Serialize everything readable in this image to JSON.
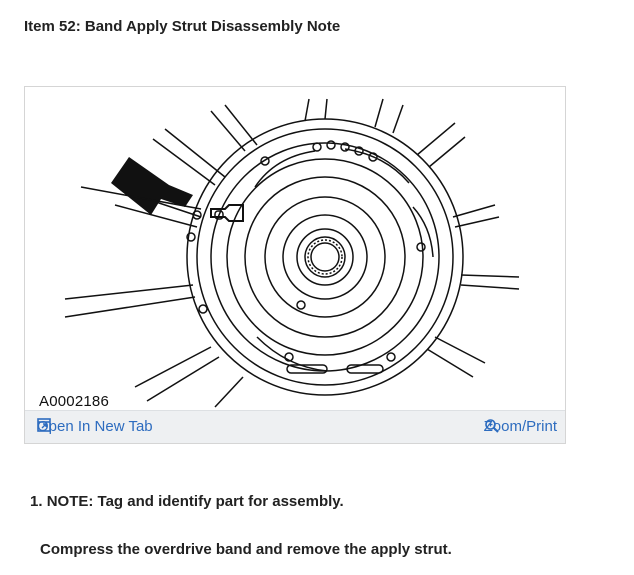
{
  "header": {
    "title": "Item 52: Band Apply Strut Disassembly Note"
  },
  "figure": {
    "id_label": "A0002186",
    "open_link": "Open In New Tab",
    "zoom_link": "Zoom/Print",
    "icons": {
      "open": "open-new-tab-icon",
      "zoom": "magnifier-zoom-icon"
    },
    "colors": {
      "link": "#2d6cbf",
      "bar": "#eef0f2"
    }
  },
  "steps": [
    {
      "number": "1.",
      "note": "NOTE: Tag and identify part for assembly.",
      "instruction": "Compress the overdrive band and remove the apply strut."
    }
  ]
}
